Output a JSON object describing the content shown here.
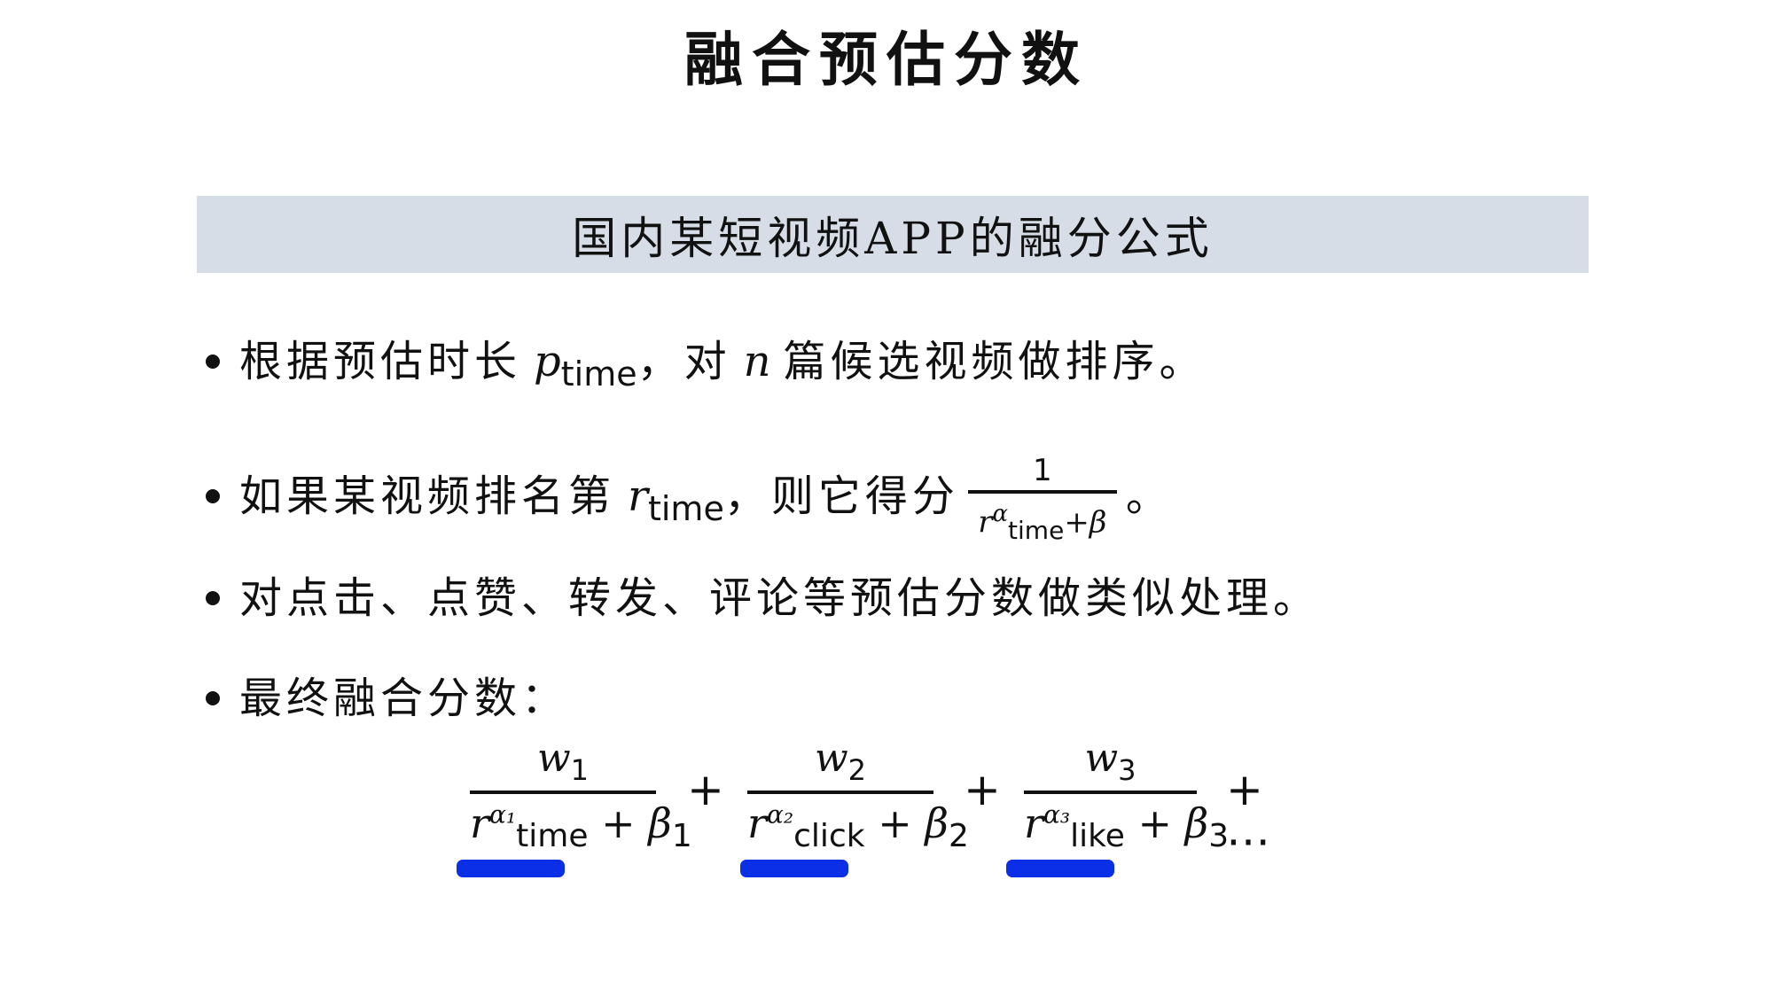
{
  "title": "融合预估分数",
  "banner": "国内某短视频APP的融分公式",
  "bullets": {
    "b1": {
      "pre": "根据预估时长",
      "var": "p",
      "sub": "time",
      "post": "，对",
      "n": "n",
      "post2": "篇候选视频做排序。"
    },
    "b2": {
      "pre": "如果某视频排名第",
      "var": "r",
      "sub": "time",
      "post": "，则它得分",
      "frac_num": "1",
      "frac_den_var": "r",
      "frac_den_sub": "time",
      "frac_den_sup": "α",
      "frac_den_plus": "+β",
      "end": "。"
    },
    "b3": {
      "text": "对点击、点赞、转发、评论等预估分数做类似处理。"
    },
    "b4": {
      "text": "最终融合分数："
    }
  },
  "formula": {
    "terms": [
      {
        "num": "w",
        "num_sub": "1",
        "r": "r",
        "r_sub": "time",
        "alpha": "α₁",
        "plus_beta": "+ β",
        "beta_sub": "1"
      },
      {
        "num": "w",
        "num_sub": "2",
        "r": "r",
        "r_sub": "click",
        "alpha": "α₂",
        "plus_beta": "+ β",
        "beta_sub": "2"
      },
      {
        "num": "w",
        "num_sub": "3",
        "r": "r",
        "r_sub": "like",
        "alpha": "α₃",
        "plus_beta": "+ β",
        "beta_sub": "3"
      }
    ],
    "op_plus": "+",
    "tail": "+ ⋯"
  },
  "colors": {
    "banner_bg": "#d6dde7",
    "highlight": "#0a2fe6"
  }
}
